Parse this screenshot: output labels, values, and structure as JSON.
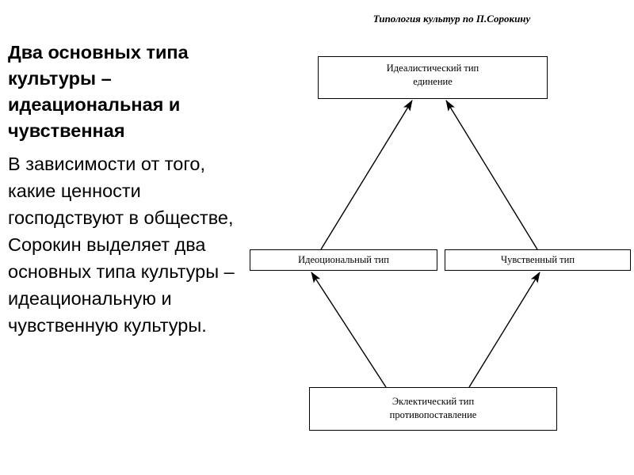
{
  "left_panel": {
    "heading": "Два основных типа культуры – идеациональная и чувственная",
    "body": "В зависимости от того, какие ценности господствуют в обществе, Сорокин выделяет два основных типа культуры – идеациональную и чувственную культуры."
  },
  "diagram": {
    "title": "Типология культур по П.Сорокину",
    "nodes": {
      "top": {
        "line1": "Идеалистический тип",
        "line2": "единение"
      },
      "left": {
        "line1": "Идеоциональный тип"
      },
      "right": {
        "line1": "Чувственный тип"
      },
      "bottom": {
        "line1": "Эклектический тип",
        "line2": "противопоставление"
      }
    },
    "edges": [
      {
        "from": "left",
        "to": "top"
      },
      {
        "from": "right",
        "to": "top"
      },
      {
        "from": "bottom",
        "to": "left"
      },
      {
        "from": "bottom",
        "to": "right"
      }
    ]
  }
}
